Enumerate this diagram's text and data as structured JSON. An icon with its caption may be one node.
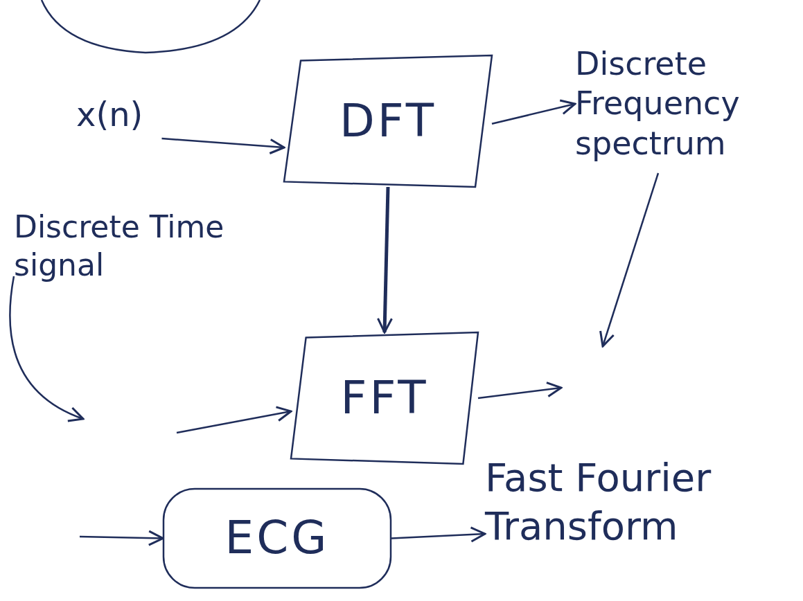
{
  "diagram": {
    "nodes": [
      {
        "text": [
          "x(n)"
        ]
      },
      {
        "text": [
          "DFT"
        ]
      },
      {
        "text": [
          "Discrete Frequency spectrum"
        ]
      },
      {
        "text": [
          "Discrete Time signal"
        ]
      },
      {
        "text": [
          "FFT"
        ]
      },
      {
        "text": [
          "Fast Fourier Transform"
        ]
      },
      {
        "text": [
          "ECG"
        ]
      }
    ],
    "edges": [
      {
        "from": 0,
        "to": 1,
        "arrow": "to"
      },
      {
        "from": 1,
        "to": 2,
        "arrow": "to"
      },
      {
        "from": 1,
        "to": 4,
        "arrow": "to",
        "style": "thick"
      },
      {
        "from": 2,
        "to": null,
        "arrow": "to"
      },
      {
        "from": 3,
        "to": null,
        "arrow": "to"
      },
      {
        "from": 4,
        "to": null,
        "arrow": "to"
      },
      {
        "from": null,
        "to": 4,
        "arrow": "to"
      },
      {
        "from": null,
        "to": 6,
        "arrow": "to"
      },
      {
        "from": 6,
        "to": 5,
        "arrow": "to"
      }
    ]
  }
}
